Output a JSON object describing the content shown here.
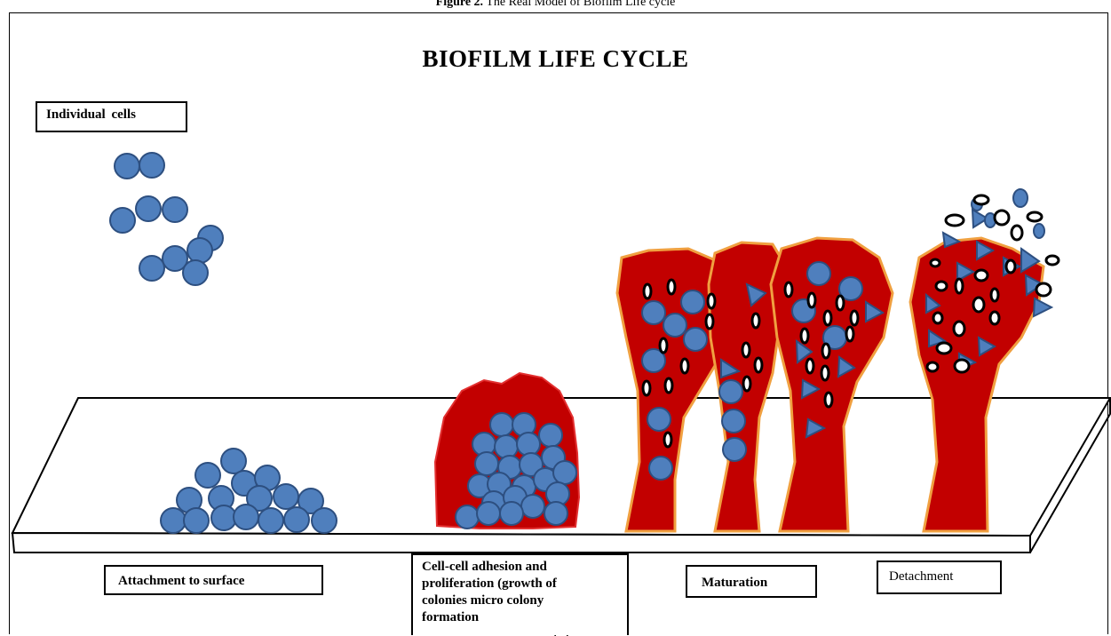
{
  "caption": {
    "figure_label": "Figure 2.",
    "text": "The Real Model of Biofilm Life cycle"
  },
  "title": "BIOFILM  LIFE CYCLE",
  "labels": {
    "individual_cells": "Individual  cells",
    "attachment": "Attachment  to surface",
    "adhesion": "Cell-cell adhesion and\nproliferation (growth of\ncolonies micro colony\nformation",
    "maturation": "Maturation",
    "detachment": "Detachment"
  },
  "colors": {
    "cell": "#4f7fbd",
    "cell_outline": "#2d4f80",
    "biofilm": "#c20000",
    "biofilm_edge": "#f0a040"
  }
}
